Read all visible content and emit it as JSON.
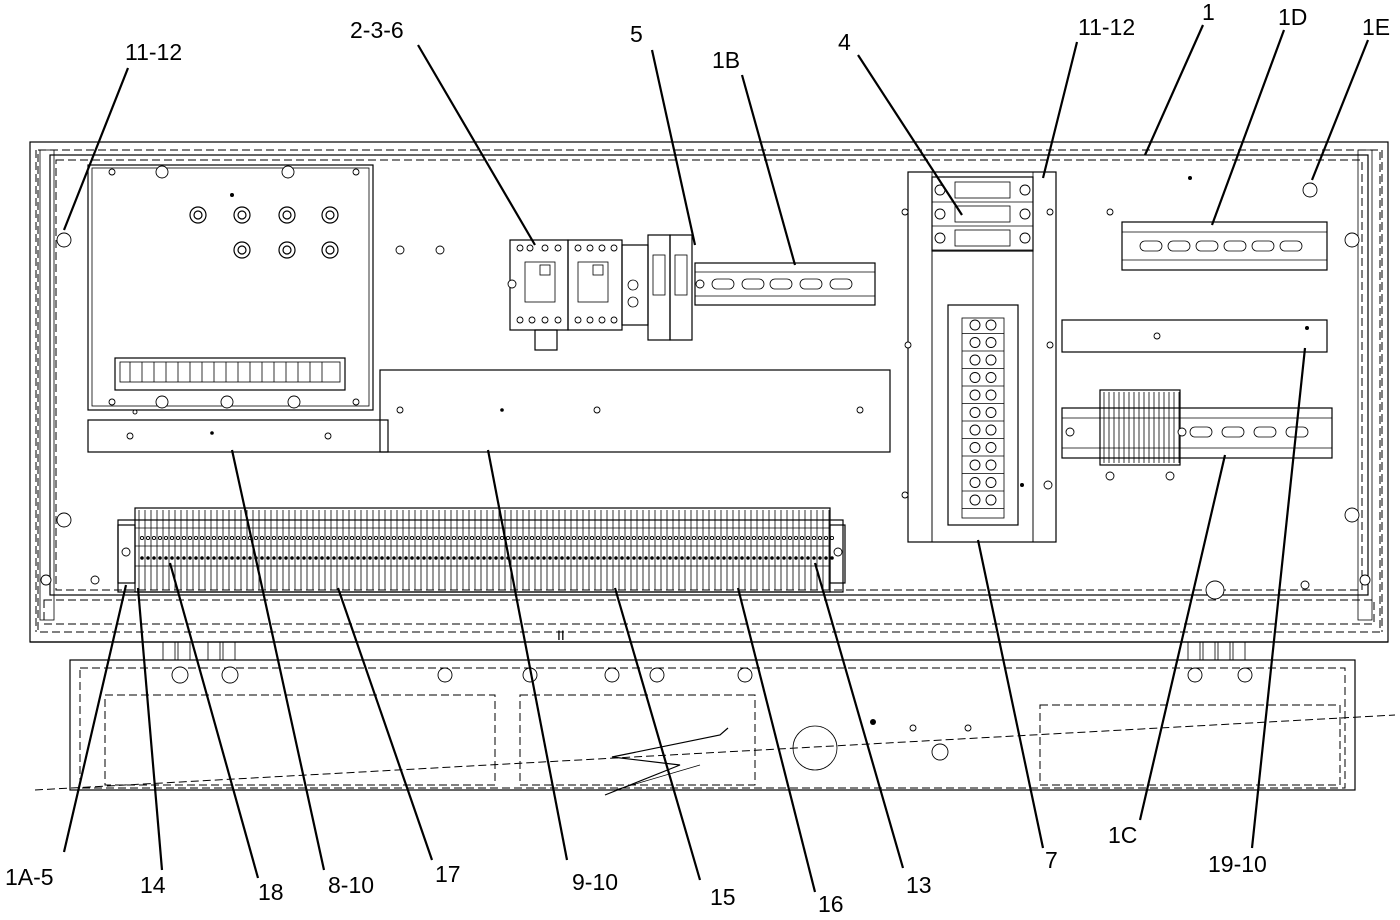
{
  "callouts": [
    {
      "id": "c-11-12-left",
      "text": "11-12"
    },
    {
      "id": "c-2-3-6",
      "text": "2-3-6"
    },
    {
      "id": "c-5",
      "text": "5"
    },
    {
      "id": "c-1b",
      "text": "1B"
    },
    {
      "id": "c-4",
      "text": "4"
    },
    {
      "id": "c-11-12-right",
      "text": "11-12"
    },
    {
      "id": "c-1",
      "text": "1"
    },
    {
      "id": "c-1d",
      "text": "1D"
    },
    {
      "id": "c-1e",
      "text": "1E"
    },
    {
      "id": "c-1a-5",
      "text": "1A-5"
    },
    {
      "id": "c-14",
      "text": "14"
    },
    {
      "id": "c-18",
      "text": "18"
    },
    {
      "id": "c-8-10",
      "text": "8-10"
    },
    {
      "id": "c-17",
      "text": "17"
    },
    {
      "id": "c-9-10",
      "text": "9-10"
    },
    {
      "id": "c-15",
      "text": "15"
    },
    {
      "id": "c-16",
      "text": "16"
    },
    {
      "id": "c-13",
      "text": "13"
    },
    {
      "id": "c-7",
      "text": "7"
    },
    {
      "id": "c-1c",
      "text": "1C"
    },
    {
      "id": "c-19-10",
      "text": "19-10"
    }
  ],
  "panel_marking": "II"
}
